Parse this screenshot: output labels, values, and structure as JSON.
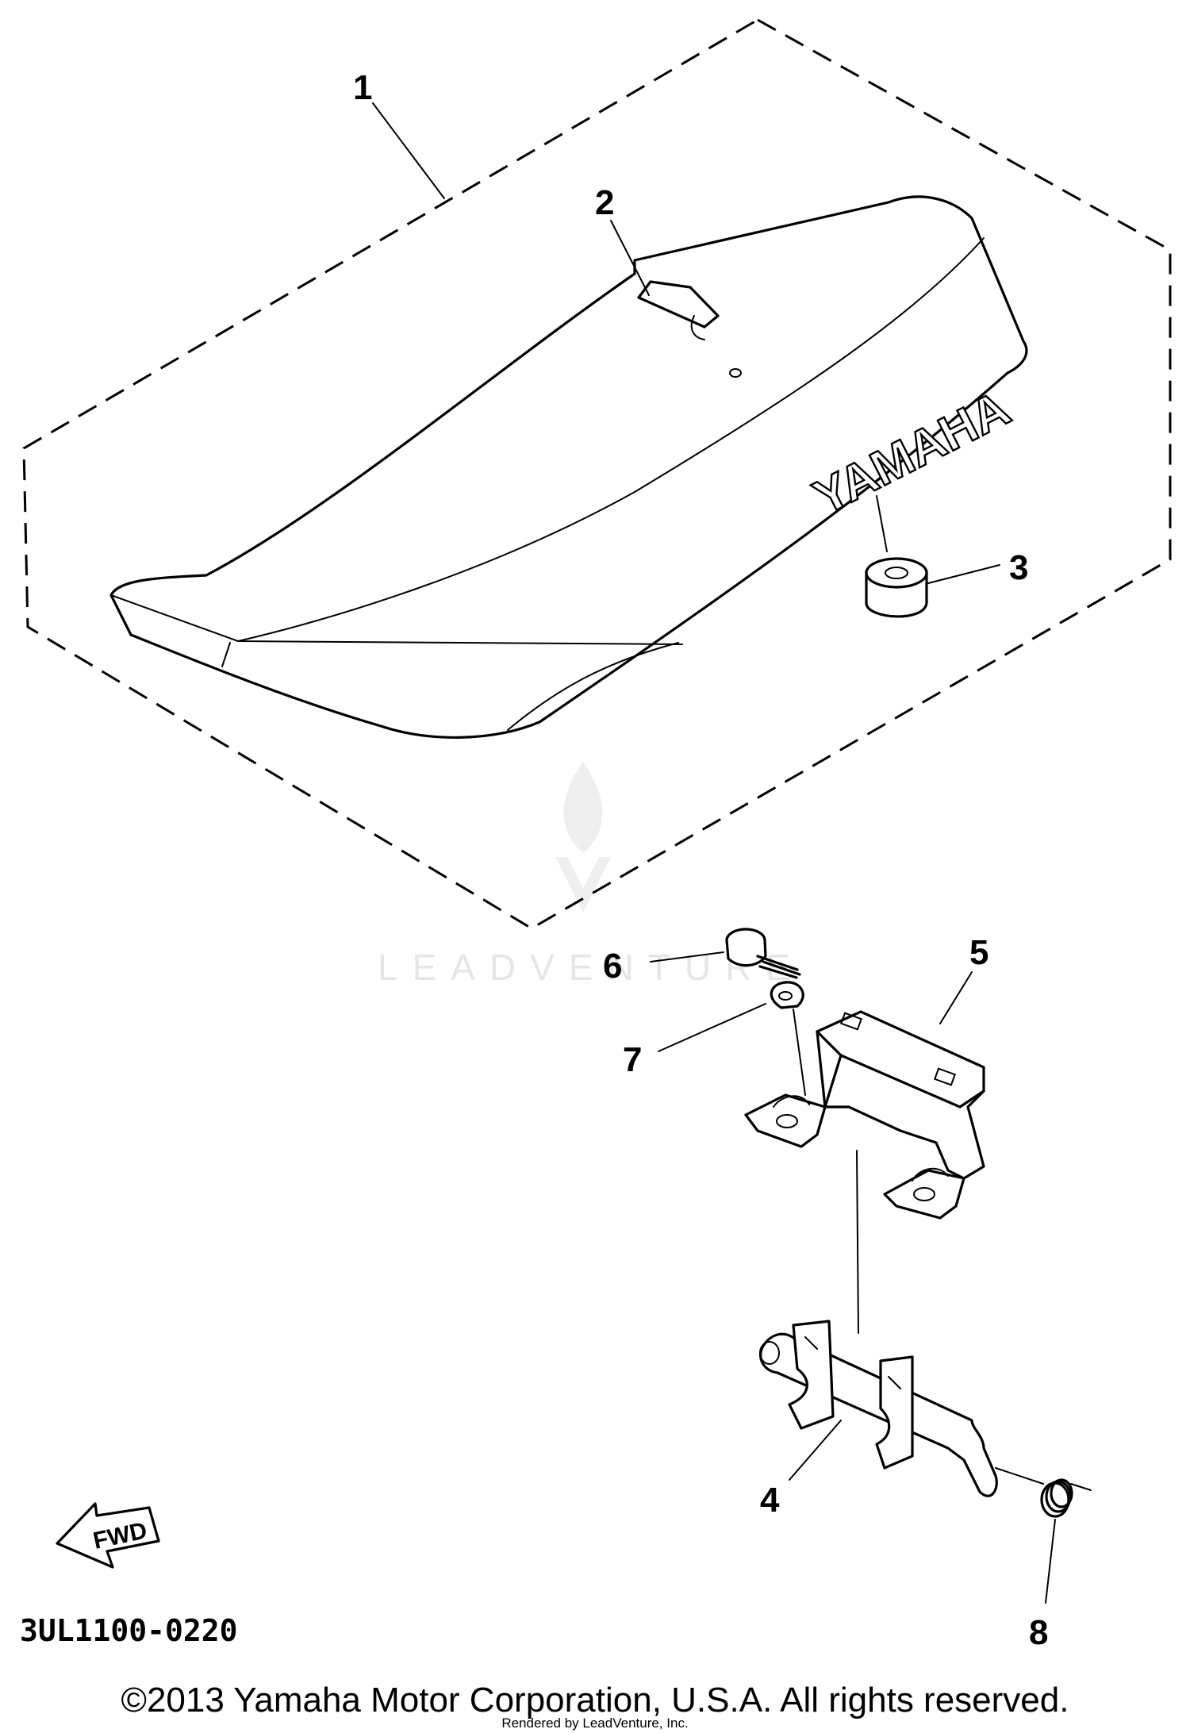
{
  "diagram": {
    "diagram_code": "3UL1100-0220",
    "fwd_label": "FWD",
    "seat_logo": "YAMAHA",
    "watermark": "LEADVENTURE",
    "callouts": [
      "1",
      "2",
      "3",
      "4",
      "5",
      "6",
      "7",
      "8"
    ],
    "parts": [
      {
        "ref": "1",
        "name": "seat-assembly"
      },
      {
        "ref": "2",
        "name": "seat-hook"
      },
      {
        "ref": "3",
        "name": "seat-damper"
      },
      {
        "ref": "4",
        "name": "seat-lock-lever"
      },
      {
        "ref": "5",
        "name": "seat-lock-bracket"
      },
      {
        "ref": "6",
        "name": "bolt"
      },
      {
        "ref": "7",
        "name": "washer-clip"
      },
      {
        "ref": "8",
        "name": "spring"
      }
    ]
  },
  "footer": {
    "copyright": "©2013 Yamaha Motor Corporation, U.S.A. All rights reserved.",
    "rendered_by": "Rendered by LeadVenture, Inc."
  }
}
